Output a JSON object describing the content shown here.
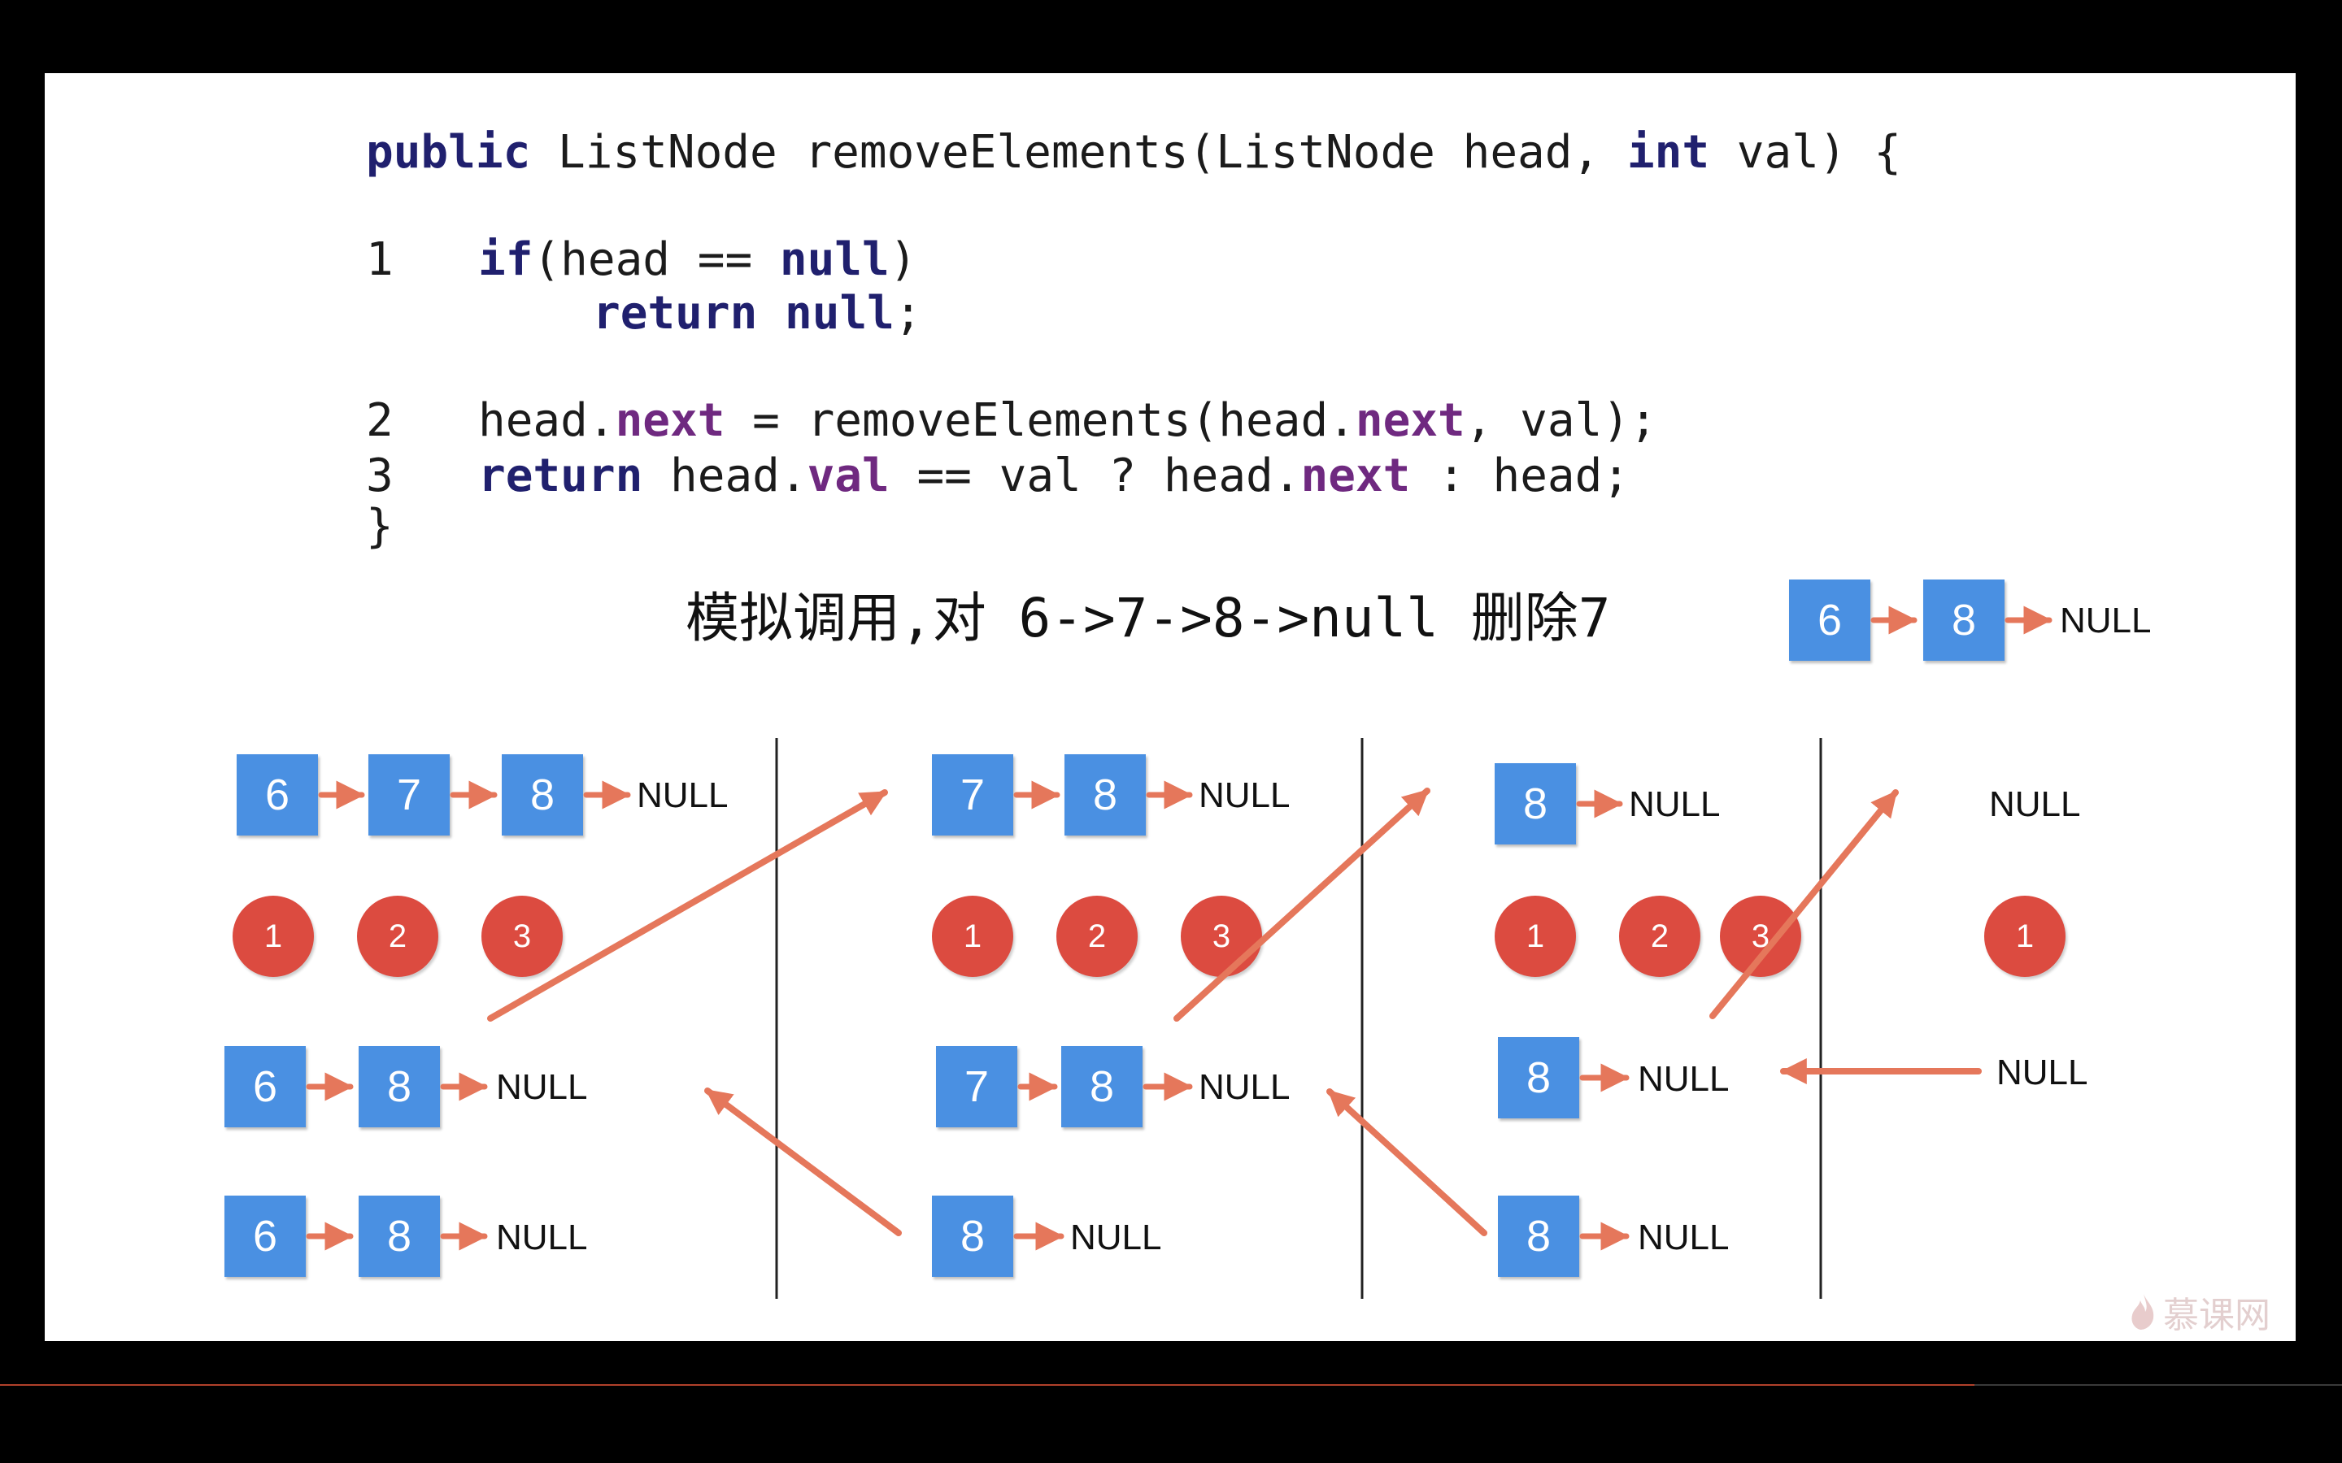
{
  "code": {
    "signature": {
      "kw1": "public",
      "mid": " ListNode removeElements(ListNode head, ",
      "kw2": "int",
      "tail": " val) {"
    },
    "line1": {
      "num": "1",
      "kw": "if",
      "open": "(head == ",
      "kw_null": "null",
      "close": ")"
    },
    "line1b": {
      "kw_return": "return",
      "sp": " ",
      "kw_null": "null",
      "end": ";"
    },
    "line2": {
      "num": "2",
      "a": "head.",
      "f1": "next",
      "b": " = removeElements(head.",
      "f2": "next",
      "c": ", val);"
    },
    "line3": {
      "num": "3",
      "kw_return": "return",
      "a": " head.",
      "f1": "val",
      "b": " == val ? head.",
      "f2": "next",
      "c": " : head;"
    },
    "close_brace": "}"
  },
  "caption": "模拟调用,对 6->7->8->null 删除7",
  "result_list": {
    "nodes": [
      "6",
      "8"
    ],
    "null": "NULL"
  },
  "null_text": "NULL",
  "columns": [
    {
      "input": [
        "6",
        "7",
        "8"
      ],
      "steps": [
        "1",
        "2",
        "3"
      ],
      "after": [
        "6",
        "8"
      ],
      "result": [
        "6",
        "8"
      ]
    },
    {
      "input": [
        "7",
        "8"
      ],
      "steps": [
        "1",
        "2",
        "3"
      ],
      "after": [
        "7",
        "8"
      ],
      "result": [
        "8"
      ]
    },
    {
      "input": [
        "8"
      ],
      "steps": [
        "1",
        "2",
        "3"
      ],
      "after": [
        "8"
      ],
      "result": [
        "8"
      ]
    },
    {
      "input": [],
      "steps": [
        "1"
      ],
      "after": [],
      "returned": "NULL"
    }
  ],
  "watermark": {
    "text": "慕课网",
    "icon": "flame-icon"
  },
  "progress": {
    "fraction": 0.843
  },
  "colors": {
    "node": "#4a90e2",
    "step": "#dc4b40",
    "arrow": "#e5775b",
    "keyword": "#20206e",
    "field": "#6f2980"
  }
}
